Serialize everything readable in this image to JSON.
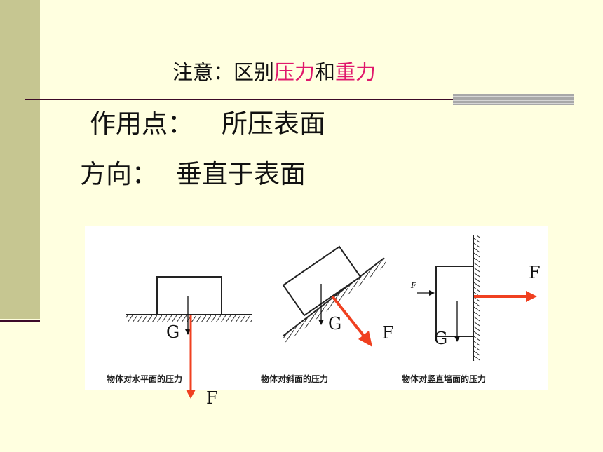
{
  "title": {
    "prefix": "注意：区别",
    "pressure": "压力",
    "and": "和",
    "gravity": "重力"
  },
  "point_row": {
    "label": "作用点：",
    "value": "所压表面"
  },
  "direction_row": {
    "label": "方向：",
    "value": "垂直于表面"
  },
  "diagrams": [
    {
      "caption": "物体对水平面的压力",
      "gravity_label": "G",
      "force_label": "F"
    },
    {
      "caption": "物体对斜面的压力",
      "gravity_label": "G",
      "force_label": "F"
    },
    {
      "caption": "物体对竖直墙面的压力",
      "gravity_label": "G",
      "force_label": "F",
      "push_label": "F"
    }
  ],
  "colors": {
    "background": "#FFFFE0",
    "accent": "#E0186C",
    "force_arrow": "#F04020",
    "side_bar": "#C6C691"
  }
}
